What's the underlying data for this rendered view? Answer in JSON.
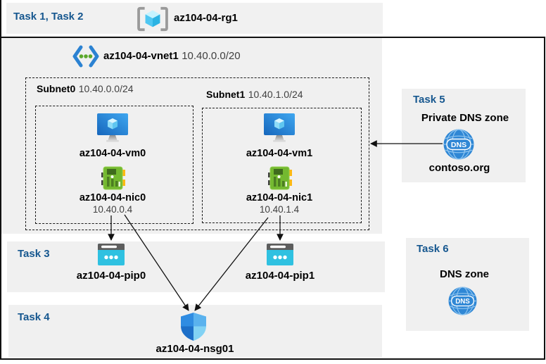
{
  "header": {
    "tasks_label": "Task 1, Task 2",
    "resource_group": "az104-04-rg1"
  },
  "vnet": {
    "name": "az104-04-vnet1",
    "cidr": "10.40.0.0/20",
    "subnets": [
      {
        "name": "Subnet0",
        "cidr": "10.40.0.0/24",
        "vm_name": "az104-04-vm0",
        "nic_name": "az104-04-nic0",
        "nic_ip": "10.40.0.4"
      },
      {
        "name": "Subnet1",
        "cidr": "10.40.1.0/24",
        "vm_name": "az104-04-vm1",
        "nic_name": "az104-04-nic1",
        "nic_ip": "10.40.1.4"
      }
    ]
  },
  "task3": {
    "label": "Task 3",
    "pip_names": [
      "az104-04-pip0",
      "az104-04-pip1"
    ]
  },
  "task4": {
    "label": "Task 4",
    "nsg_name": "az104-04-nsg01"
  },
  "task5": {
    "label": "Task 5",
    "title": "Private DNS zone",
    "zone_name": "contoso.org",
    "icon_text": "DNS"
  },
  "task6": {
    "label": "Task 6",
    "title": "DNS zone",
    "icon_text": "DNS"
  },
  "colors": {
    "task_label_blue": "#16578f",
    "panel_gray": "#f0f0f0",
    "dns_blue": "#2f87d5",
    "pip_cyan": "#2fc1e1",
    "nic_green": "#74b930",
    "vm_blue_dark": "#1666bc",
    "vm_blue_light": "#3fa7f0",
    "nsg_shield_blues": [
      "#2f8ce2",
      "#5ab2ee",
      "#1d6fc8",
      "#82d2f4"
    ],
    "border_black": "#111111"
  }
}
